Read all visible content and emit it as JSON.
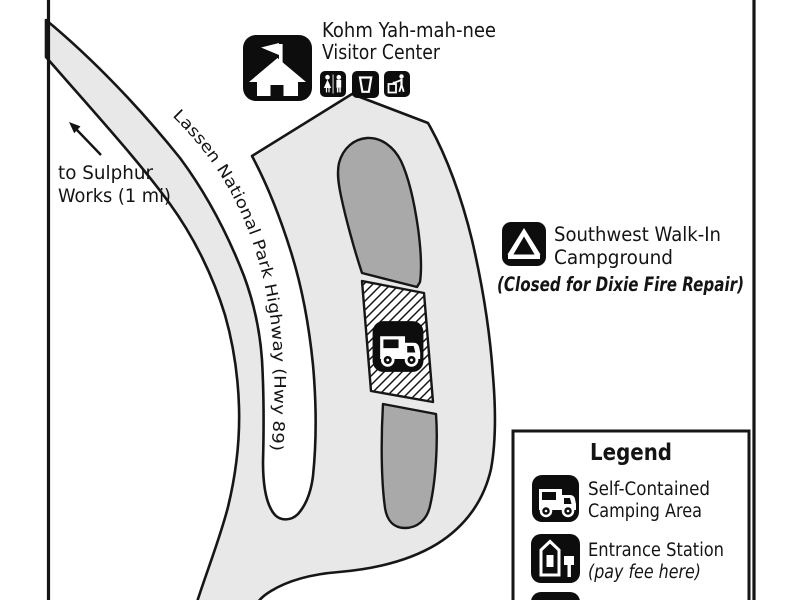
{
  "visitor_center": {
    "name_line1": "Kohm Yah-mah-nee",
    "name_line2": "Visitor Center",
    "amenity_icons": [
      "restroom-icon",
      "drinking-water-icon",
      "trash-icon"
    ]
  },
  "road": {
    "label": "Lassen National Park Highway (Hwy 89)"
  },
  "direction_note": {
    "line1": "to Sulphur",
    "line2": "Works (1 mi)"
  },
  "campground": {
    "name_line1": "Southwest Walk-In",
    "name_line2": "Campground",
    "closure_note": "(Closed for Dixie Fire Repair)"
  },
  "legend": {
    "title": "Legend",
    "items": [
      {
        "icon": "rv-icon",
        "label_line1": "Self-Contained",
        "label_line2": "Camping Area"
      },
      {
        "icon": "entrance-station-icon",
        "label_line1": "Entrance Station",
        "label_line2": "(pay fee here)"
      },
      {
        "icon": "partially-visible-icon",
        "label_line1": "",
        "label_line2": ""
      }
    ]
  },
  "colors": {
    "road_and_lot_fill": "#e8e8e8",
    "parking_island_fill": "#a9a9a9",
    "outline_black": "#161616",
    "icon_background": "#0d0d0d",
    "background": "#ffffff"
  }
}
